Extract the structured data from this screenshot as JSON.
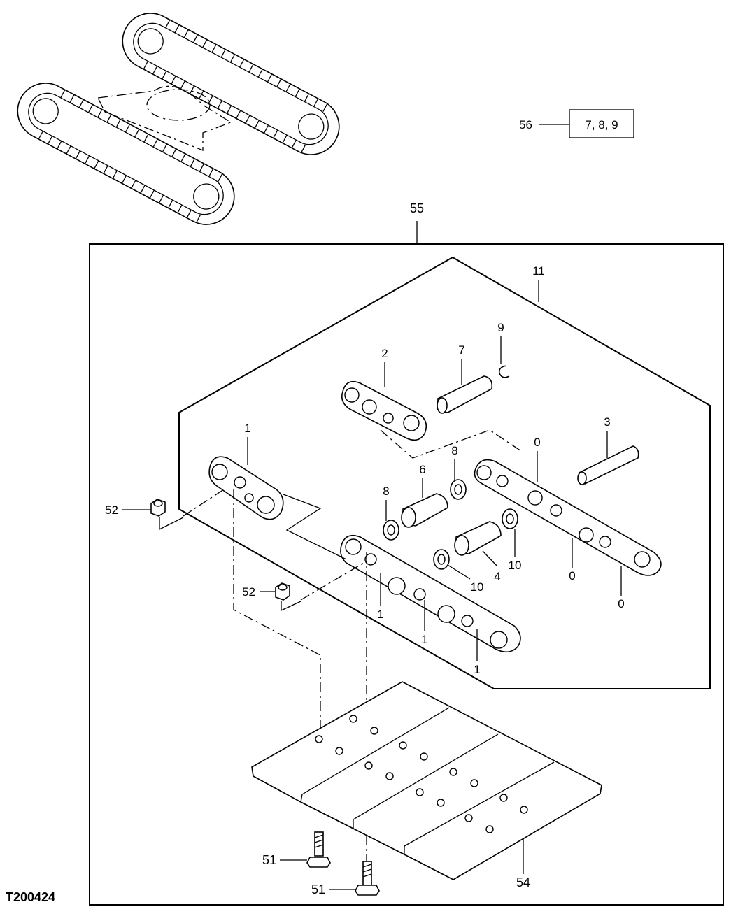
{
  "figure_id": "T200424",
  "kit_callout": {
    "part_number": "56",
    "box_text": "7, 8, 9"
  },
  "assembly_labels": {
    "main_box": "55",
    "chain_group": "11"
  },
  "part_labels": {
    "pin_9": "9",
    "pin_7": "7",
    "link_2": "2",
    "pin_3": "3",
    "link_0_top": "0",
    "link_1_left": "1",
    "seal_8_upper": "8",
    "bushing_6": "6",
    "seal_8_lower": "8",
    "nut_52_upper": "52",
    "nut_52_lower": "52",
    "seal_10_right": "10",
    "bushing_4": "4",
    "seal_10_left": "10",
    "link_0_mid": "0",
    "link_0_bottom": "0",
    "link_1_a": "1",
    "link_1_b": "1",
    "link_1_c": "1",
    "bolt_51_upper": "51",
    "bolt_51_lower": "51",
    "shoe_54": "54"
  }
}
